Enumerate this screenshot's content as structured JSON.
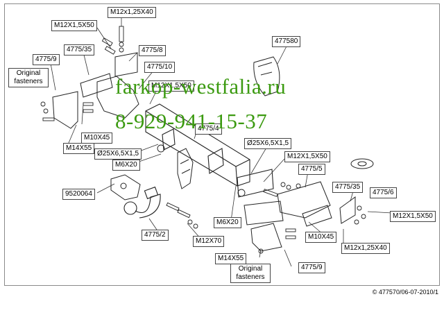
{
  "labels": {
    "m12x125_top": "M12x1,25X40",
    "m12x15_top": "M12X1,5X50",
    "p4775_35_left": "4775/35",
    "p4775_9_left": "4775/9",
    "p4775_8": "4775/8",
    "p4775_10": "4775/10",
    "m12x15_mid": "M12X1,5X50",
    "p477580": "477580",
    "p4775_4": "4775/4",
    "m10x45_left": "M10X45",
    "m14x55_left": "M14X55",
    "d25_left": "Ø25X6,5X1,5",
    "m6x20_left": "M6X20",
    "d25_right": "Ø25X6,5X1,5",
    "m12x15_right": "M12X1,5X50",
    "p4775_5": "4775/5",
    "p4775_35_right": "4775/35",
    "p4775_6": "4775/6",
    "m12x15_far_right": "M12X1,5X50",
    "p9520064": "9520064",
    "m6x20_right": "M6X20",
    "m10x45_right": "M10X45",
    "m12x125_bottom": "M12x1,25X40",
    "p4775_2": "4775/2",
    "m12x70": "M12X70",
    "m14x55_bottom": "M14X55",
    "p4775_9_bottom": "4775/9"
  },
  "original_fasteners_left": "Original fasteners",
  "original_fasteners_bottom": "Original fasteners",
  "watermark": {
    "site": "farkop-westfalia.ru",
    "phone": "8-929-941-15-37",
    "color": "#3b9a10"
  },
  "footer": "© 477570/06-07-2010/1"
}
